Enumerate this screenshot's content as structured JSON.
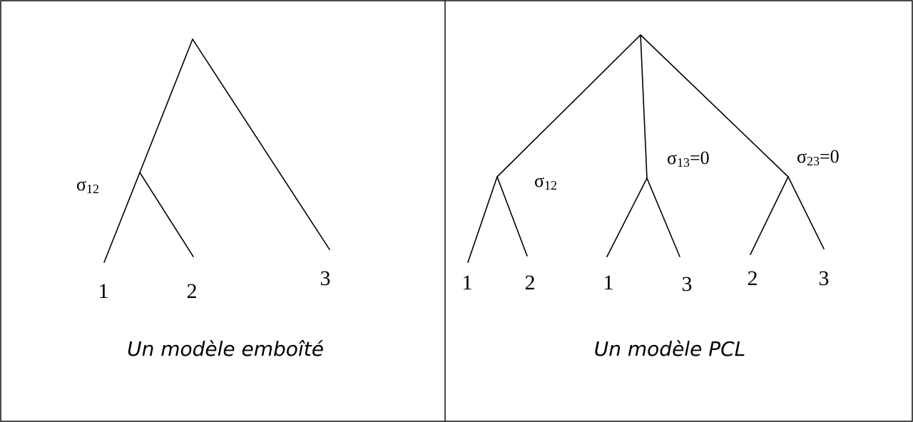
{
  "colors": {
    "ink": "#000000",
    "background": "#ffffff"
  },
  "left_panel": {
    "caption": "Un modèle emboîté",
    "sigma_label": {
      "symbol": "σ",
      "subscript": "12",
      "suffix": ""
    },
    "leaves": [
      "1",
      "2",
      "3"
    ]
  },
  "right_panel": {
    "caption": "Un modèle PCL",
    "nests": [
      {
        "sigma": {
          "symbol": "σ",
          "subscript": "12",
          "suffix": ""
        },
        "leaves": [
          "1",
          "2"
        ]
      },
      {
        "sigma": {
          "symbol": "σ",
          "subscript": "13",
          "suffix": "=0"
        },
        "leaves": [
          "1",
          "3"
        ]
      },
      {
        "sigma": {
          "symbol": "σ",
          "subscript": "23",
          "suffix": "=0"
        },
        "leaves": [
          "2",
          "3"
        ]
      }
    ]
  }
}
